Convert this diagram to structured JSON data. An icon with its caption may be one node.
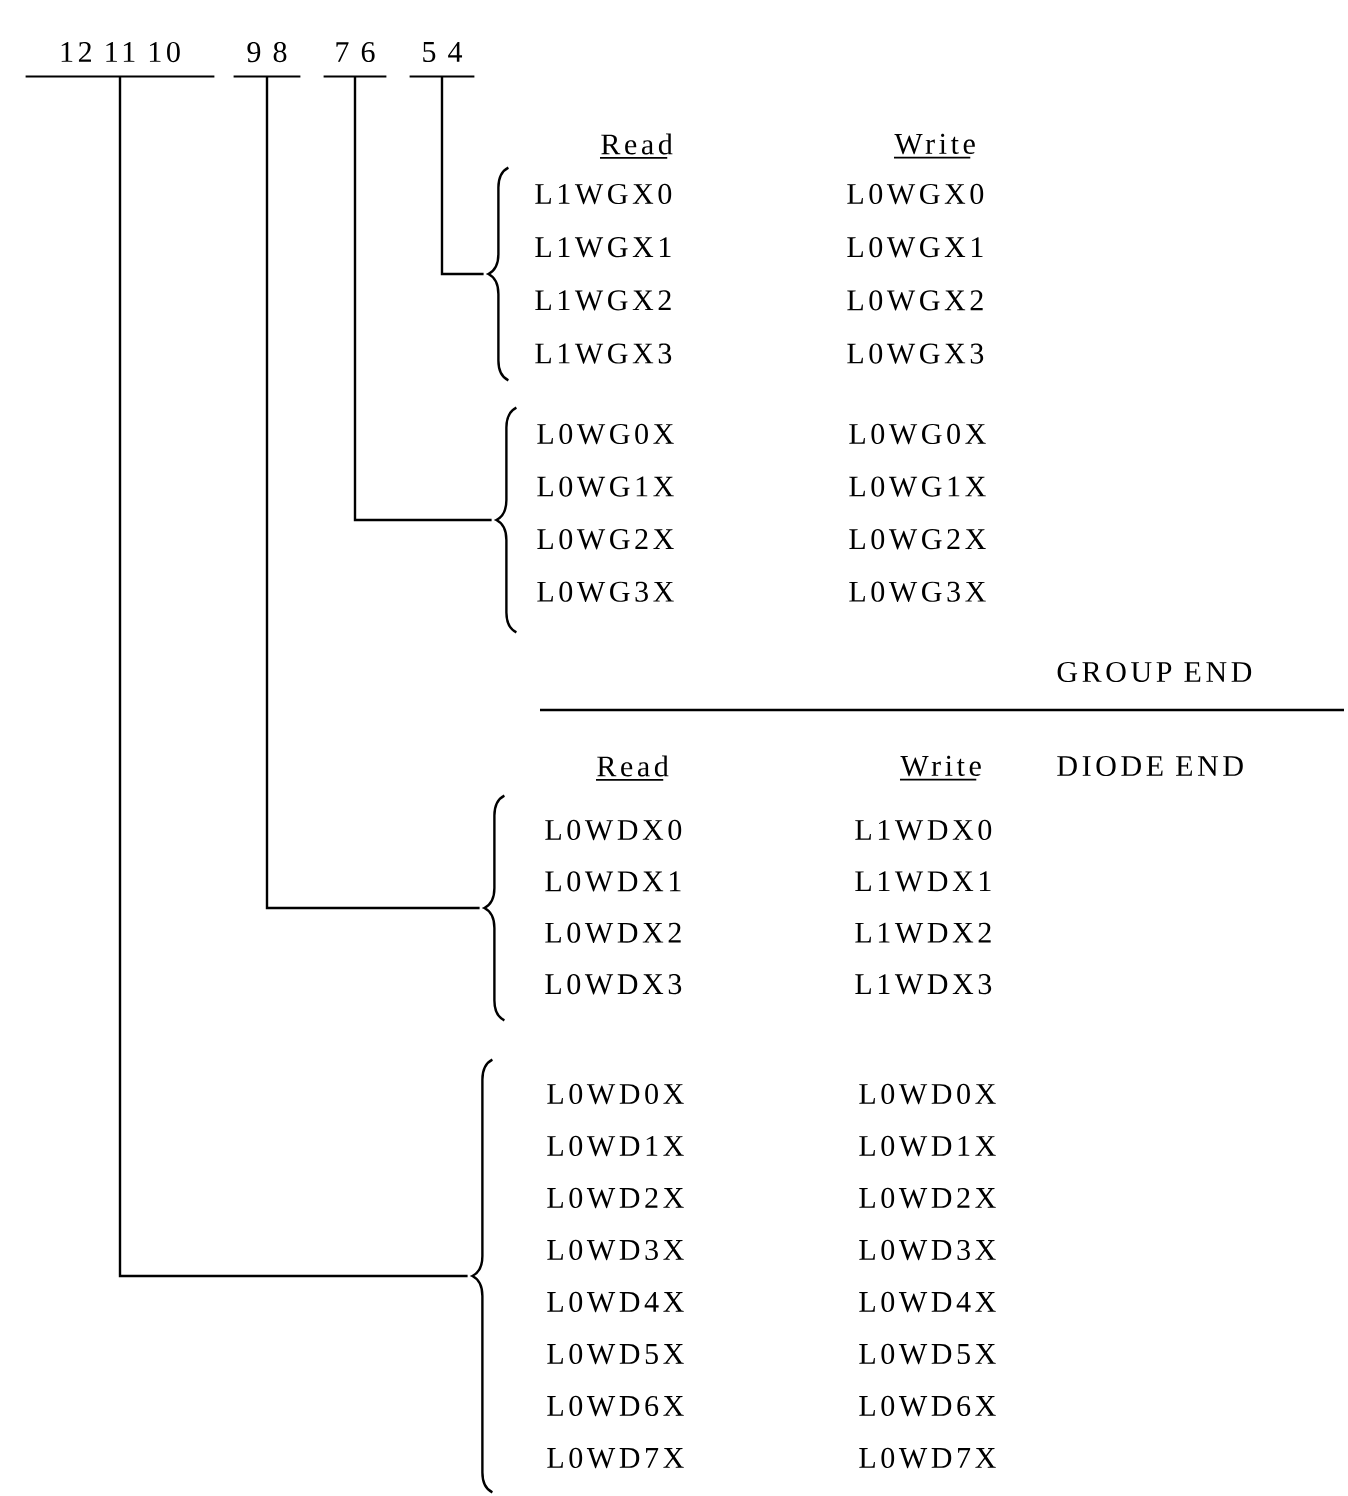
{
  "diagram": {
    "nodes": [
      {
        "text": [
          "12 11 10"
        ]
      },
      {
        "text": [
          "9 8"
        ]
      },
      {
        "text": [
          "7 6"
        ]
      },
      {
        "text": [
          "5 4"
        ]
      },
      {
        "text": [],
        "shape": "brace"
      },
      {
        "text": [],
        "shape": "brace"
      },
      {
        "text": [],
        "shape": "brace"
      },
      {
        "text": [],
        "shape": "brace"
      }
    ],
    "edges": [
      {
        "from": 3,
        "to": 4,
        "arrow": "none"
      },
      {
        "from": 2,
        "to": 5,
        "arrow": "none"
      },
      {
        "from": 1,
        "to": 6,
        "arrow": "none"
      },
      {
        "from": 0,
        "to": 7,
        "arrow": "none"
      }
    ],
    "labels": [
      "Read",
      "Write",
      "L1WGX0",
      "L0WGX0",
      "L1WGX1",
      "L0WGX1",
      "L1WGX2",
      "L0WGX2",
      "L1WGX3",
      "L0WGX3",
      "L0WG0X",
      "L0WG0X",
      "L0WG1X",
      "L0WG1X",
      "L0WG2X",
      "L0WG2X",
      "L0WG3X",
      "L0WG3X",
      "GROUP END",
      "Read",
      "Write",
      "DIODE END",
      "L0WDX0",
      "L1WDX0",
      "L0WDX1",
      "L1WDX1",
      "L0WDX2",
      "L1WDX2",
      "L0WDX3",
      "L1WDX3",
      "L0WD0X",
      "L0WD0X",
      "L0WD1X",
      "L0WD1X",
      "L0WD2X",
      "L0WD2X",
      "L0WD3X",
      "L0WD3X",
      "L0WD4X",
      "L0WD4X",
      "L0WD5X",
      "L0WD5X",
      "L0WD6X",
      "L0WD6X",
      "L0WD7X",
      "L0WD7X"
    ]
  }
}
